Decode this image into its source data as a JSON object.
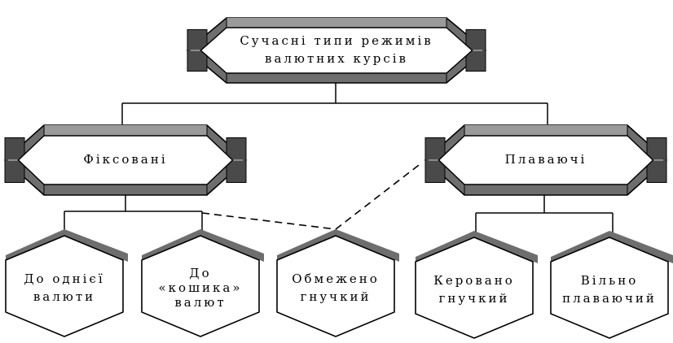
{
  "diagram": {
    "root": {
      "lines": [
        "Сучасні типи режимів",
        "валютних курсів"
      ]
    },
    "groups": [
      {
        "id": "fixed",
        "lines": [
          "Фіксовані"
        ]
      },
      {
        "id": "floating",
        "lines": [
          "Плаваючі"
        ]
      }
    ],
    "leaves": [
      {
        "id": "single",
        "parent": "fixed",
        "lines": [
          "До однієї",
          "валюти"
        ]
      },
      {
        "id": "basket",
        "parent": "fixed",
        "lines": [
          "До",
          "«кошика»",
          "валют"
        ]
      },
      {
        "id": "limited",
        "parent": "both",
        "lines": [
          "Обмежено",
          "гнучкий"
        ]
      },
      {
        "id": "managed",
        "parent": "floating",
        "lines": [
          "Керовано",
          "гнучкий"
        ]
      },
      {
        "id": "free",
        "parent": "floating",
        "lines": [
          "Вільно",
          "плаваючий"
        ]
      }
    ],
    "colors": {
      "stroke": "#000000",
      "bevel": "#6e6e6e",
      "bevel_light": "#9a9a9a",
      "fill": "#ffffff"
    }
  }
}
